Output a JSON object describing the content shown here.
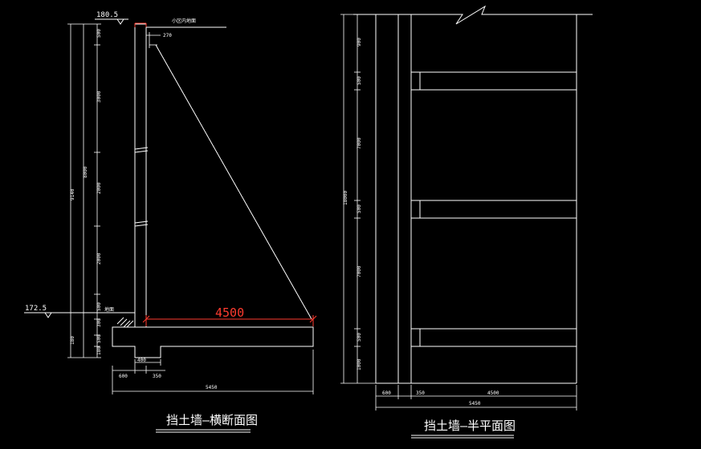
{
  "left_view": {
    "top_elevation": "180.5",
    "ground_label": "小区内地面",
    "cap_width": "270",
    "left_elevation": "172.5",
    "left_ground_label": "地面",
    "total_height": "9140",
    "stem_height": "8000",
    "vertical_segments": [
      "500",
      "3000",
      "2000",
      "2000",
      "500",
      "300",
      "500",
      "180"
    ],
    "base_length": "4500",
    "toe_width": "600",
    "key_width": "400",
    "heel_width": "350",
    "total_width": "5450",
    "title": "挡土墙—横断面图"
  },
  "right_view": {
    "vertical_segments": [
      "900",
      "500",
      "7000",
      "500",
      "7000",
      "500",
      "1000"
    ],
    "total_height": "18000",
    "horizontal_segments": [
      "600",
      "350",
      "4500"
    ],
    "total_width": "5450",
    "title": "挡土墙—半平面图"
  },
  "colors": {
    "background": "#000000",
    "lines": "#ffffff",
    "accent": "#ff3b2f"
  }
}
